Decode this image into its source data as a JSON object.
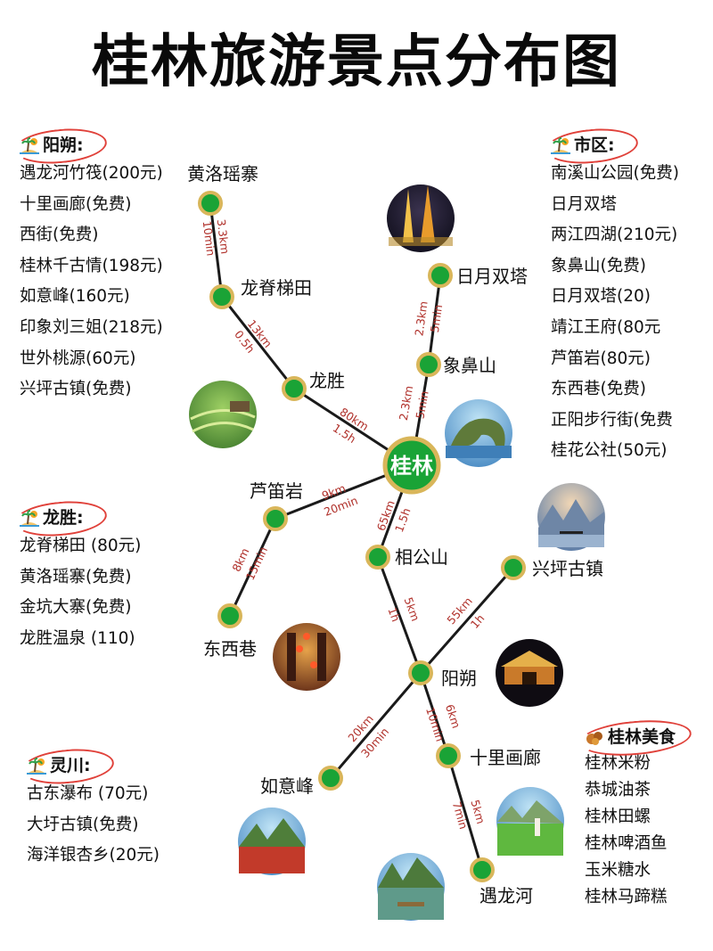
{
  "title": "桂林旅游景点分布图",
  "panels": {
    "yangshuo": {
      "header": "阳朔:",
      "items": [
        "遇龙河竹筏(200元)",
        "十里画廊(免费)",
        "西街(免费)",
        "桂林千古情(198元)",
        "如意峰(160元)",
        "印象刘三姐(218元)",
        "世外桃源(60元)",
        "兴坪古镇(免费)"
      ]
    },
    "shiqu": {
      "header": "市区:",
      "items": [
        "南溪山公园(免费)",
        "日月双塔",
        "两江四湖(210元)",
        "象鼻山(免费)",
        "日月双塔(20)",
        "靖江王府(80元",
        "芦笛岩(80元)",
        "东西巷(免费)",
        "正阳步行街(免费",
        "桂花公社(50元)"
      ]
    },
    "longsheng": {
      "header": "龙胜:",
      "items": [
        "龙脊梯田 (80元)",
        "黄洛瑶寨(免费)",
        "金坑大寨(免费)",
        "龙胜温泉 (110)"
      ]
    },
    "lingchuan": {
      "header": "灵川:",
      "items": [
        "古东瀑布 (70元)",
        "大圩古镇(免费)",
        "海洋银杏乡(20元)"
      ]
    },
    "food": {
      "header": "桂林美食",
      "items": [
        "桂林米粉",
        "恭城油茶",
        "桂林田螺",
        "桂林啤酒鱼",
        "玉米糖水",
        "桂林马蹄糕"
      ]
    }
  },
  "nodes": {
    "guilin": "桂林",
    "huangluo": "黄洛瑶寨",
    "longji": "龙脊梯田",
    "longsheng": "龙胜",
    "riyue": "日月双塔",
    "xiangbi": "象鼻山",
    "ludi": "芦笛岩",
    "dongxi": "东西巷",
    "xianggong": "相公山",
    "xingping": "兴坪古镇",
    "yangshuo": "阳朔",
    "ruyi": "如意峰",
    "shili": "十里画廊",
    "yulong": "遇龙河"
  },
  "distances": {
    "huangluo_longji": [
      "3.3km",
      "10min"
    ],
    "longji_longsheng": [
      "13km",
      "0.5h"
    ],
    "longsheng_guilin": [
      "80km",
      "1.5h"
    ],
    "riyue_xiangbi": [
      "2.3km",
      "5min"
    ],
    "xiangbi_guilin": [
      "2.3km",
      "5min"
    ],
    "guilin_ludi": [
      "9km",
      "20min"
    ],
    "ludi_dongxi": [
      "8km",
      "15min"
    ],
    "guilin_xianggong": [
      "65km",
      "1.5h"
    ],
    "xianggong_yangshuo": [
      "5km",
      "1h"
    ],
    "xingping_yangshuo": [
      "55km",
      "1h"
    ],
    "yangshuo_ruyi": [
      "20km",
      "30min"
    ],
    "yangshuo_shili": [
      "6km",
      "10min"
    ],
    "shili_yulong": [
      "5km",
      "7min"
    ]
  },
  "colors": {
    "line": "#1a1a1a",
    "node_fill": "#1aa336",
    "node_ring": "#d9b65a",
    "distance": "#b0302a",
    "circle_accent": "#e0413a"
  }
}
